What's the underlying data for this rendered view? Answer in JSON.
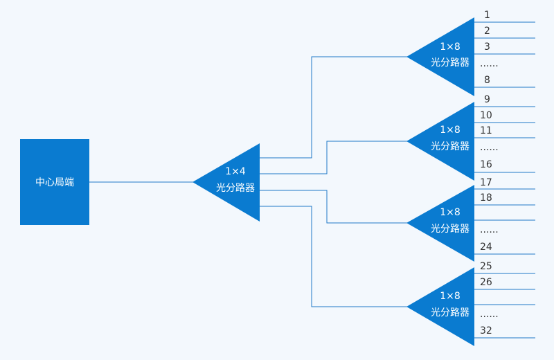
{
  "colors": {
    "shape_fill": "#0a7bd0",
    "line": "#1f78c8",
    "background": "#f3f8fd",
    "port_text": "#333333"
  },
  "central_office": {
    "label": "中心局端"
  },
  "main_splitter": {
    "ratio": "1×4",
    "name": "光分路器"
  },
  "sub_splitters": [
    {
      "ratio": "1×8",
      "name": "光分路器",
      "ports": [
        "1",
        "2",
        "3",
        "......",
        "8"
      ]
    },
    {
      "ratio": "1×8",
      "name": "光分路器",
      "ports": [
        "9",
        "10",
        "11",
        "......",
        "16"
      ]
    },
    {
      "ratio": "1×8",
      "name": "光分路器",
      "ports": [
        "17",
        "18",
        "......",
        "24"
      ]
    },
    {
      "ratio": "1×8",
      "name": "光分路器",
      "ports": [
        "25",
        "26",
        "......",
        "32"
      ]
    }
  ]
}
